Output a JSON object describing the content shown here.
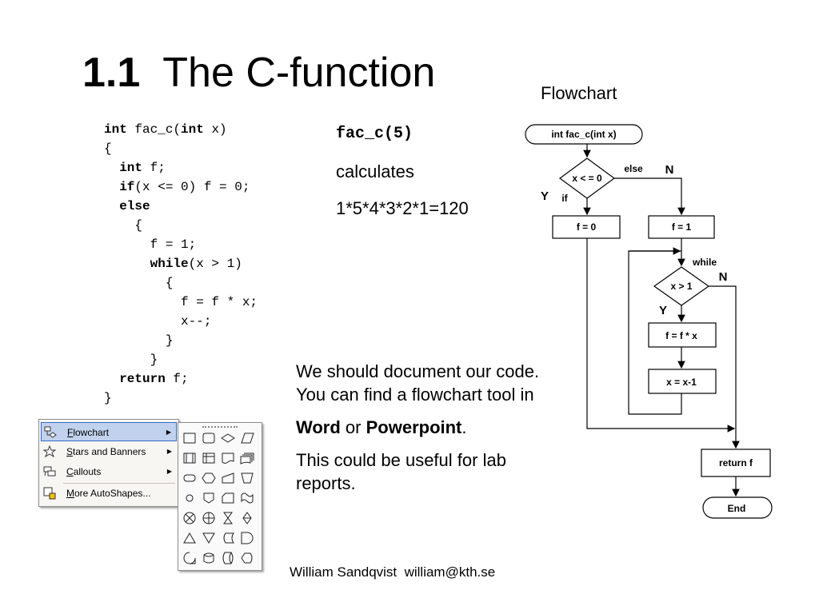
{
  "slide": {
    "title_number": "1.1",
    "title_text": "The C-function",
    "flowchart_label": "Flowchart",
    "example_call": "fac_c(5)",
    "calculates": "calculates",
    "product": "1*5*4*3*2*1=120",
    "note_p1": "We should document our code. You can find a flowchart tool in",
    "note_word": "Word",
    "note_or": " or ",
    "note_powerpoint": "Powerpoint",
    "note_period": ".",
    "note_p3": "This could be useful for lab reports.",
    "footer": "William Sandqvist  william@kth.se"
  },
  "code": {
    "kw_int": "int",
    "kw_if": "if",
    "kw_else": "else",
    "kw_while": "while",
    "kw_return": "return",
    "l1_rest": " fac_c(",
    "l1_kw2": "int",
    "l1_end": " x)",
    "l2": "{",
    "l3_rest": " f;",
    "l4_rest": "(x <= 0) f = 0;",
    "l6": "{",
    "l7": "f = 1;",
    "l8_rest": "(x > 1)",
    "l9": "{",
    "l10": "f = f * x;",
    "l11": "x--;",
    "l12": "}",
    "l13": "}",
    "l14_rest": " f;",
    "l15": "}"
  },
  "flowchart": {
    "start": "int fac_c(int x)",
    "cond1": "x < = 0",
    "else_label": "else",
    "if_label": "if",
    "yes1": "Y",
    "no1": "N",
    "f0": "f = 0",
    "f1": "f = 1",
    "while_label": "while",
    "cond2": "x > 1",
    "yes2": "Y",
    "no2": "N",
    "mult": "f = f * x",
    "dec": "x = x-1",
    "ret": "return f",
    "end": "End"
  },
  "menu": {
    "items": [
      {
        "label": "Flowchart",
        "icon": "flowchart-icon",
        "selected": true,
        "submenu": true
      },
      {
        "label": "Stars and Banners",
        "icon": "stars-icon",
        "selected": false,
        "submenu": true
      },
      {
        "label": "Callouts",
        "icon": "callouts-icon",
        "selected": false,
        "submenu": true
      },
      {
        "label": "More AutoShapes...",
        "icon": "autoshapes-icon",
        "selected": false,
        "submenu": false
      }
    ]
  },
  "palette": {
    "shapes": [
      "process",
      "alternate-process",
      "decision",
      "data",
      "predefined-process",
      "internal-storage",
      "document",
      "multidocument",
      "terminator",
      "preparation",
      "manual-input",
      "manual-operation",
      "connector",
      "offpage-connector",
      "card",
      "punched-tape",
      "summing-junction",
      "or",
      "collate",
      "sort",
      "extract",
      "merge",
      "stored-data",
      "delay",
      "sequential-access-storage",
      "magnetic-disk",
      "direct-access-storage",
      "display"
    ]
  }
}
